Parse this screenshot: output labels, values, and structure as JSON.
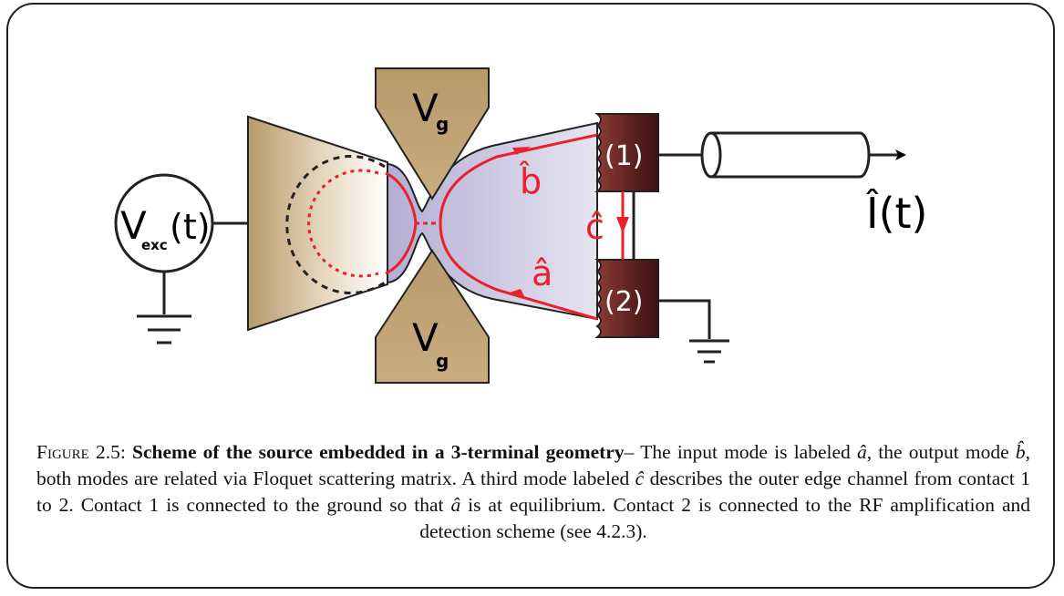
{
  "diagram": {
    "source_label": "V",
    "source_sub": "exc",
    "source_paren": "(t)",
    "gate_label": "V",
    "gate_sub": "g",
    "contact1_label": "(1)",
    "contact2_label": "(2)",
    "mode_a": "â",
    "mode_b": "b̂",
    "mode_c": "ĉ",
    "current_label": "Î(t)",
    "colors": {
      "red": "#e8212a",
      "gold": "#b89a6a",
      "contact": "#7a2a2a",
      "electron_gas": "#c9c6e0"
    }
  },
  "caption": {
    "figure_label": "Figure 2.5:",
    "title": "Scheme of the source embedded in a 3-terminal geometry",
    "dash": "–",
    "text1": "The input mode is labeled ",
    "sym_a1": "â",
    "text2": ", the output mode ",
    "sym_b": "b̂",
    "text3": ", both modes are related via Floquet scattering matrix. A third mode labeled ",
    "sym_c": "ĉ",
    "text4": " describes the outer edge channel from contact 1 to 2. Contact 1 is connected to the ground so that ",
    "sym_a2": "â",
    "text5": " is at equilibrium. Contact 2 is connected to the RF amplification and detection scheme (see 4.2.3)."
  }
}
